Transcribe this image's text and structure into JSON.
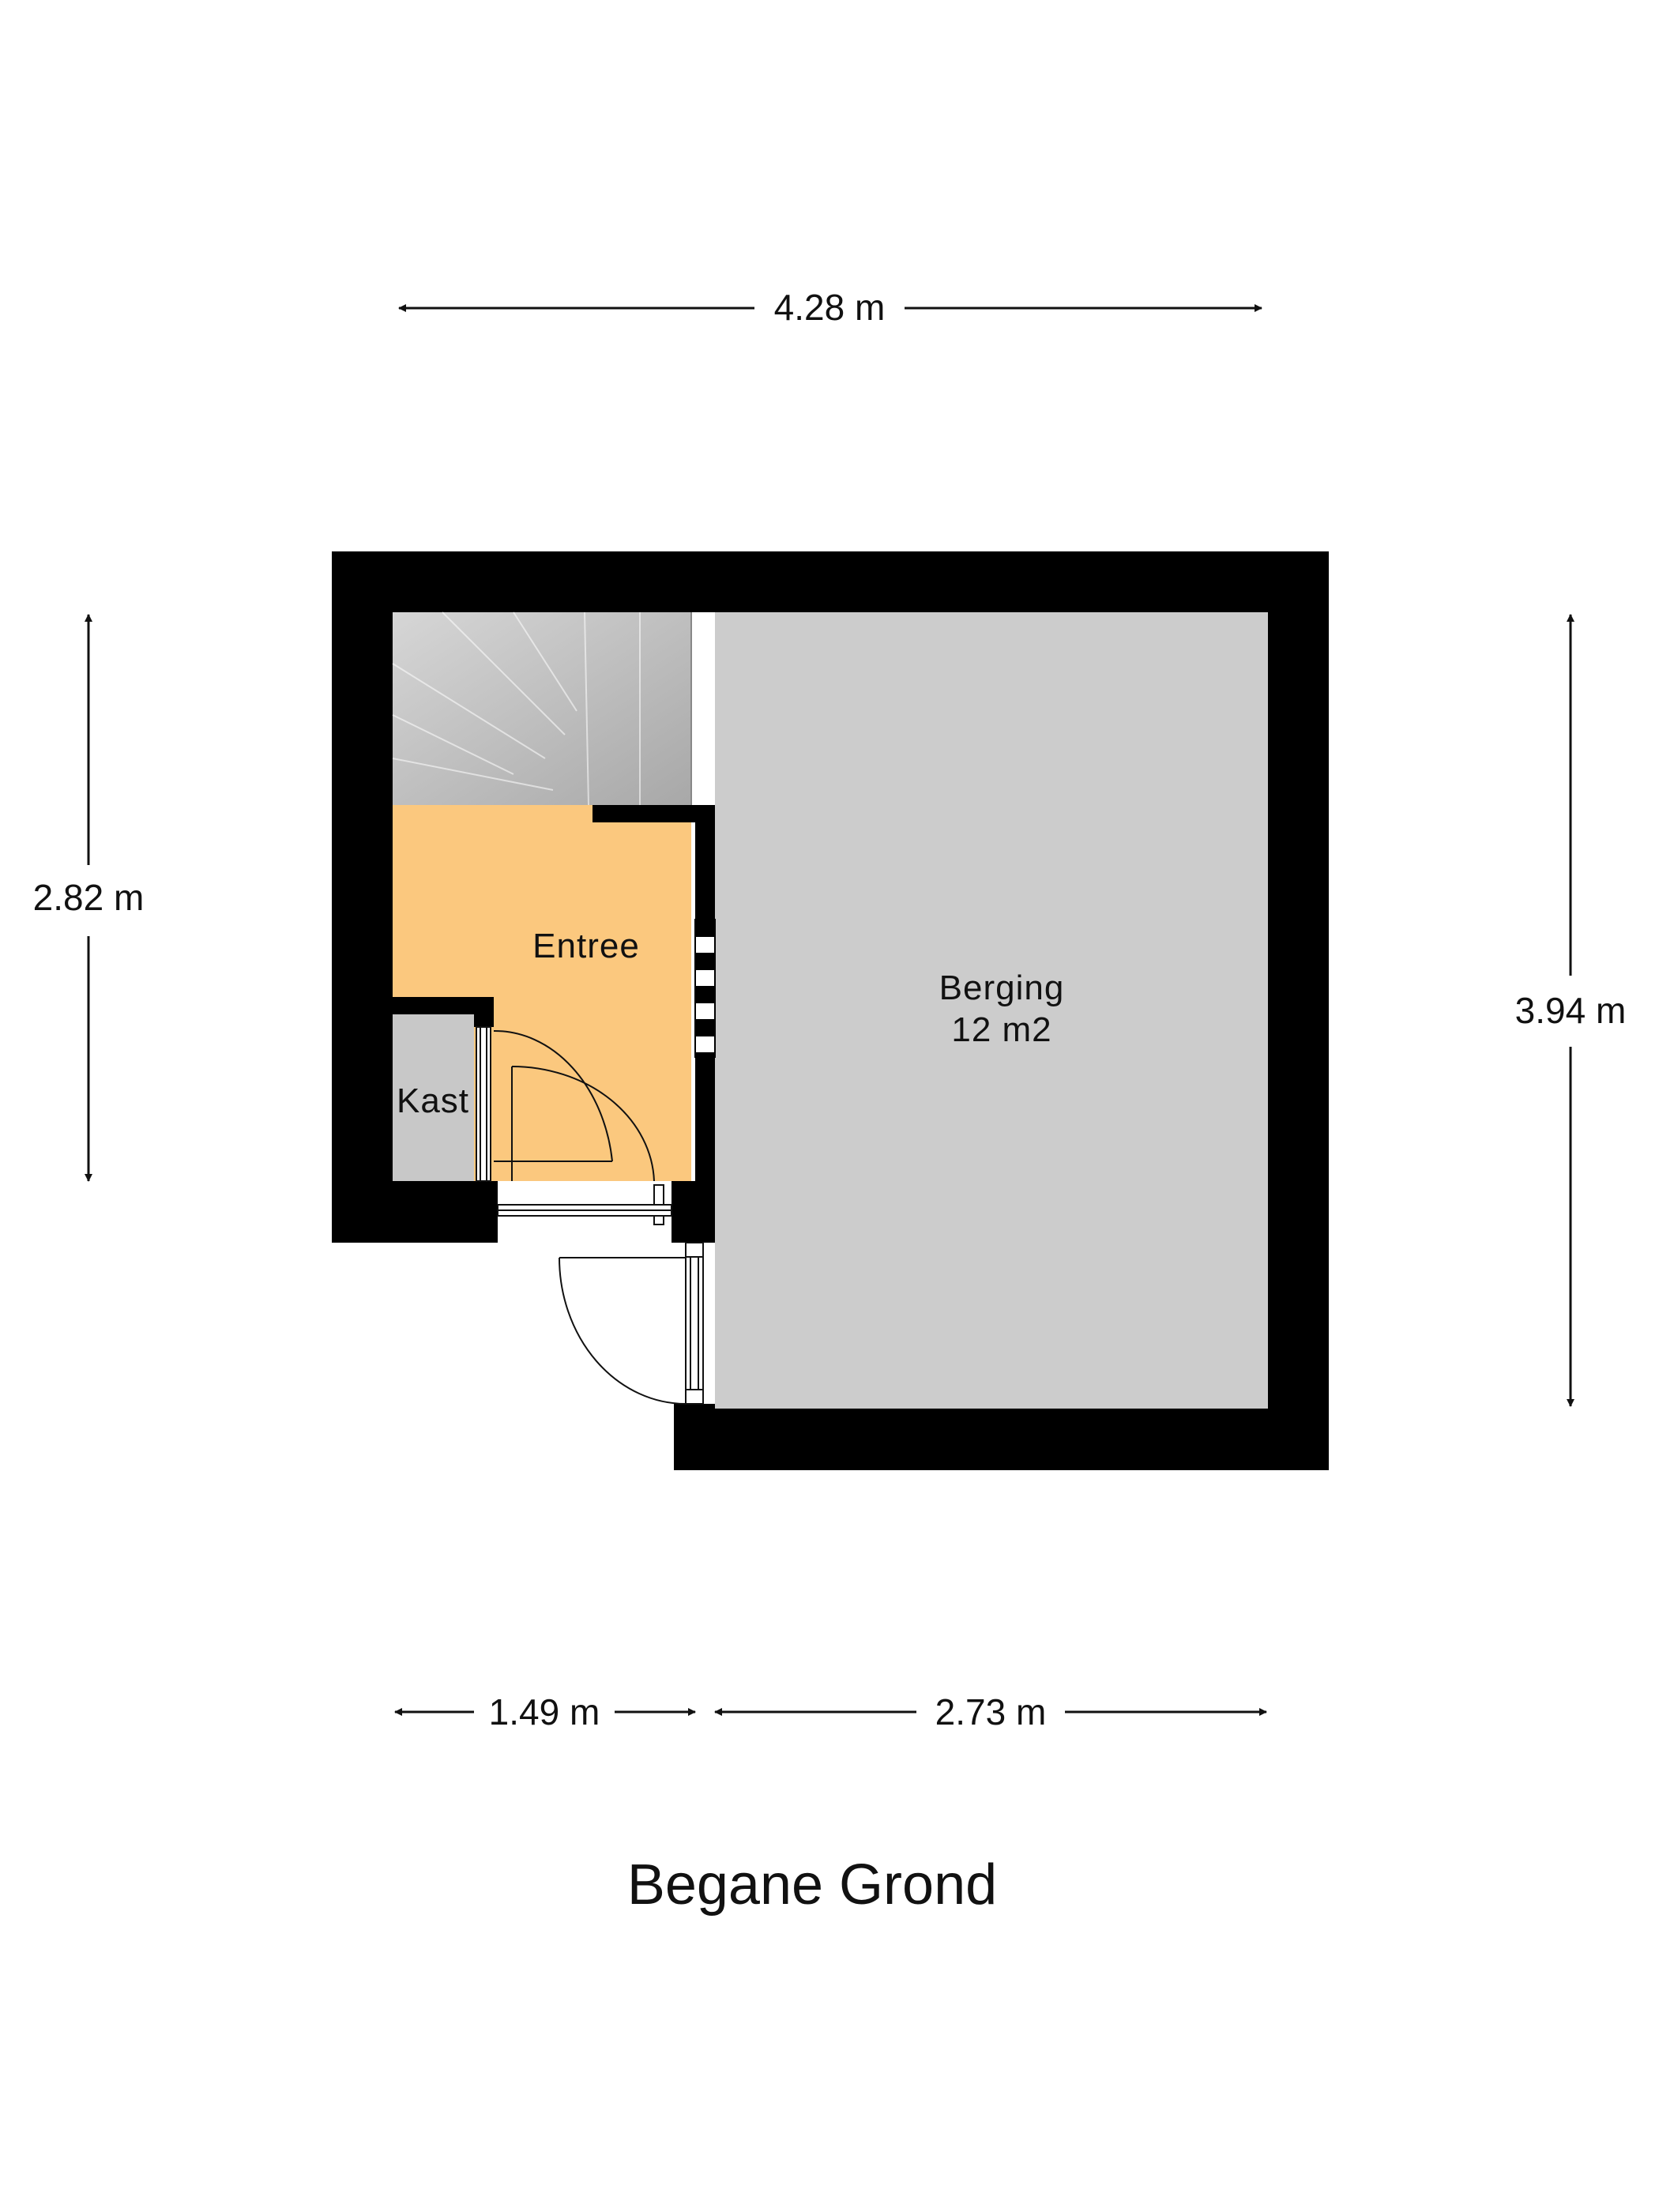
{
  "title": "Begane Grond",
  "rooms": {
    "berging": {
      "name": "Berging",
      "area": "12 m2"
    },
    "entree": {
      "name": "Entree"
    },
    "kast": {
      "name": "Kast"
    }
  },
  "dimensions": {
    "top_width": "4.28 m",
    "left_height": "2.82 m",
    "right_height": "3.94 m",
    "bottom_left_width": "1.49 m",
    "bottom_right_width": "2.73 m"
  },
  "colors": {
    "wall": "#000000",
    "berging_floor": "#cccccc",
    "entree_floor": "#fbc87e",
    "stair_floor": "#b4b4b4",
    "kast_floor": "#c8c8c8",
    "background": "#ffffff"
  }
}
